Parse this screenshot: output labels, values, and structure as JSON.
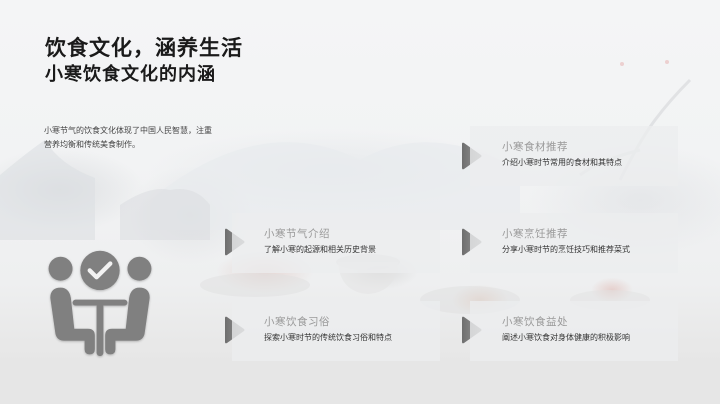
{
  "header": {
    "title": "饮食文化，涵养生活",
    "subtitle": "小寒饮食文化的内涵"
  },
  "intro": {
    "text": "小寒节气的饮食文化体现了中国人民智慧，注重营养均衡和传统美食制作。"
  },
  "icon": {
    "name": "people-meeting-check-icon",
    "color": "#808080"
  },
  "cards": [
    {
      "title": "小寒食材推荐",
      "desc": "介绍小寒时节常用的食材和其特点"
    },
    {
      "title": "小寒节气介绍",
      "desc": "了解小寒的起源和相关历史背景"
    },
    {
      "title": "小寒烹饪推荐",
      "desc": "分享小寒时节的烹饪技巧和推荐菜式"
    },
    {
      "title": "小寒饮食习俗",
      "desc": "探索小寒时节的传统饮食习俗和特点"
    },
    {
      "title": "小寒饮食益处",
      "desc": "阐述小寒饮食对身体健康的积极影响"
    }
  ],
  "colors": {
    "title": "#1a1a1a",
    "card_title": "#9a9a9a",
    "card_desc": "#333333",
    "arrow": "#7a7a7a",
    "card_bg": "#ecedee"
  }
}
